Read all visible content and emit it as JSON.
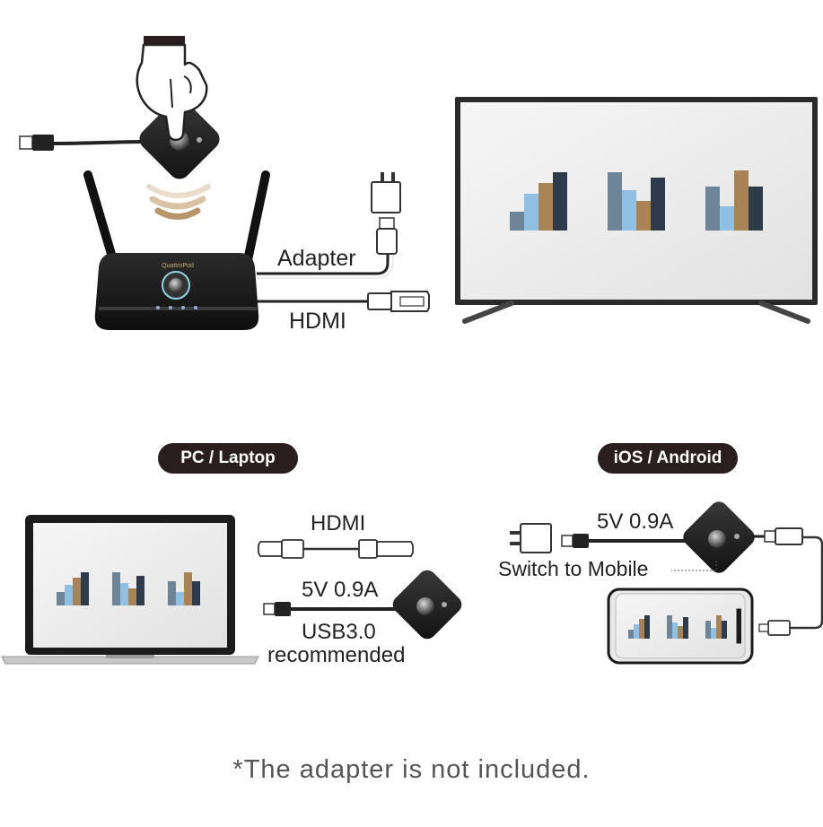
{
  "labels": {
    "adapter": "Adapter",
    "hdmi_top": "HDMI",
    "hdmi_pc": "HDMI",
    "power_pc": "5V 0.9A",
    "usb_line1": "USB3.0",
    "usb_line2": "recommended",
    "power_mobile": "5V 0.9A",
    "switch_mobile": "Switch to Mobile"
  },
  "badges": {
    "pc": "PC / Laptop",
    "mobile": "iOS / Android"
  },
  "receiver_brand": "QuattroPod",
  "footnote": "*The adapter is not included.",
  "colors": {
    "navy": "#2d3b4d",
    "gold": "#a88355",
    "lightblue": "#8fbfe3",
    "steel": "#6e8598",
    "badge": "#2a1e1e",
    "device": "#1e1e1e"
  },
  "icons": [
    "hand-press-icon",
    "wireless-signal-icon",
    "usb-plug-icon",
    "hdmi-plug-icon",
    "power-adapter-icon"
  ]
}
